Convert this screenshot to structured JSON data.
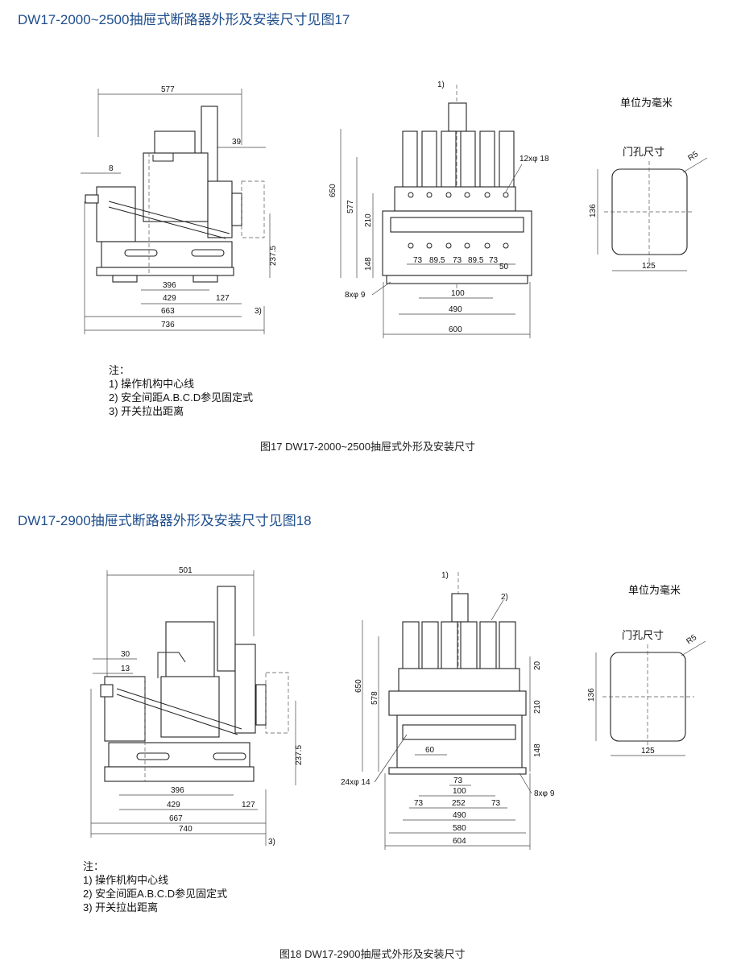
{
  "section1": {
    "heading": "DW17-2000~2500抽屉式断路器外形及安装尺寸见图17",
    "unit": "单位为毫米",
    "door_label": "门孔尺寸",
    "side_dims": {
      "d577": "577",
      "d39": "39",
      "d8": "8",
      "d237_5": "237.5",
      "d396": "396",
      "d429": "429",
      "d127": "127",
      "d663": "663",
      "d736": "736",
      "note3": "3)"
    },
    "front_dims": {
      "note1": "1)",
      "d650": "650",
      "d577": "577",
      "d210": "210",
      "d148": "148",
      "holes": "12xφ 18",
      "d73a": "73",
      "d89_5a": "89.5",
      "d73b": "73",
      "d89_5b": "89.5",
      "d73c": "73",
      "d50": "50",
      "mount": "8xφ 9",
      "d100": "100",
      "d490": "490",
      "d600": "600"
    },
    "door_dims": {
      "h": "136",
      "w": "125",
      "r": "R5"
    },
    "notes": {
      "title": "注：",
      "n1": "1) 操作机构中心线",
      "n2": "2) 安全间距A.B.C.D参见固定式",
      "n3": "3) 开关拉出距离"
    },
    "caption": "图17    DW17-2000~2500抽屉式外形及安装尺寸"
  },
  "section2": {
    "heading": "DW17-2900抽屉式断路器外形及安装尺寸见图18",
    "unit": "单位为毫米",
    "door_label": "门孔尺寸",
    "side_dims": {
      "d501": "501",
      "d30": "30",
      "d13": "13",
      "d237_5": "237.5",
      "d396": "396",
      "d429": "429",
      "d127": "127",
      "d667": "667",
      "d740": "740",
      "note3": "3)"
    },
    "front_dims": {
      "note1": "1)",
      "note2": "2)",
      "d650": "650",
      "d578": "578",
      "d20": "20",
      "d210": "210",
      "d148": "148",
      "d60": "60",
      "holes": "24xφ 14",
      "d73top": "73",
      "d100": "100",
      "d73a": "73",
      "d252": "252",
      "d73b": "73",
      "mount": "8xφ 9",
      "d490": "490",
      "d580": "580",
      "d604": "604"
    },
    "door_dims": {
      "h": "136",
      "w": "125",
      "r": "R5"
    },
    "notes": {
      "title": "注：",
      "n1": "1) 操作机构中心线",
      "n2": "2) 安全间距A.B.C.D参见固定式",
      "n3": "3) 开关拉出距离"
    },
    "caption": "图18    DW17-2900抽屉式外形及安装尺寸"
  }
}
